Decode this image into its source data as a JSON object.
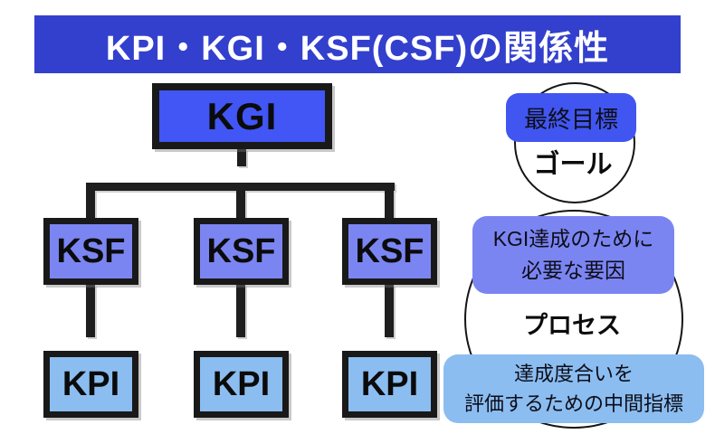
{
  "title": "KPI・KGI・KSF(CSF)の関係性",
  "tree": {
    "root": "KGI",
    "mid": [
      "KSF",
      "KSF",
      "KSF"
    ],
    "leaf": [
      "KPI",
      "KPI",
      "KPI"
    ]
  },
  "annotations": {
    "goal": {
      "badge": "最終目標",
      "label": "ゴール"
    },
    "process": {
      "badge_line1": "KGI達成のために",
      "badge_line2": "必要な要因",
      "label": "プロセス"
    },
    "kpi": {
      "badge_line1": "達成度合いを",
      "badge_line2": "評価するための中間指標"
    }
  },
  "colors": {
    "title_bg": "#3340cd",
    "kgi_fill": "#4156f5",
    "ksf_fill": "#7b85f2",
    "kpi_fill": "#8bbdf0",
    "goal_badge_fill": "#4156f0",
    "process_badge_fill": "#7b85f2",
    "kpi_badge_fill": "#8bbdf0",
    "connector": "#1e1e1e",
    "title_text": "#ffffff",
    "body_text": "#0b0b0b"
  }
}
